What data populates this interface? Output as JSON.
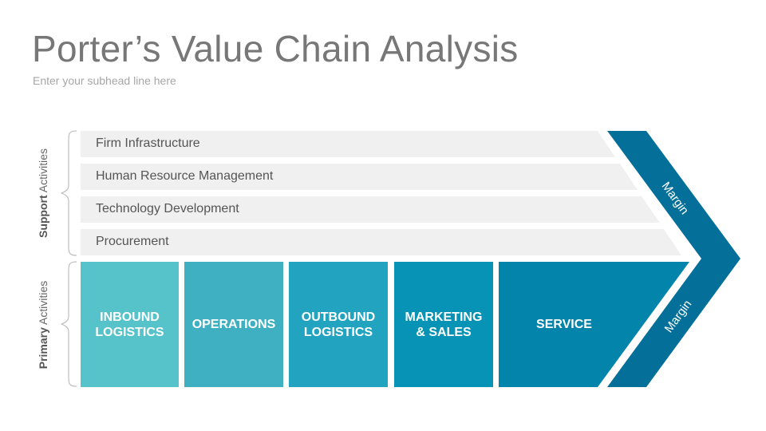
{
  "header": {
    "title": "Porter’s Value Chain Analysis",
    "subhead": "Enter your subhead line here"
  },
  "diagram": {
    "support_label": {
      "bold": "Support",
      "rest": " Activities"
    },
    "primary_label": {
      "bold": "Primary",
      "rest": " Activities"
    },
    "support_activities": [
      "Firm Infrastructure",
      "Human Resource Management",
      "Technology Development",
      "Procurement"
    ],
    "primary_activities": [
      {
        "line1": "INBOUND",
        "line2": "LOGISTICS",
        "color": "#56c2c9"
      },
      {
        "line1": "OPERATIONS",
        "line2": "",
        "color": "#3eb0c2"
      },
      {
        "line1": "OUTBOUND",
        "line2": "LOGISTICS",
        "color": "#22a3bf"
      },
      {
        "line1": "MARKETING",
        "line2": "& SALES",
        "color": "#0793b6"
      },
      {
        "line1": "SERVICE",
        "line2": "",
        "color": "#0384ab"
      }
    ],
    "margin_labels": [
      "Margin",
      "Margin"
    ],
    "colors": {
      "support_bar": "#f0f0f0",
      "chevron": "#04709a",
      "bracket": "#bfbfbf"
    }
  }
}
